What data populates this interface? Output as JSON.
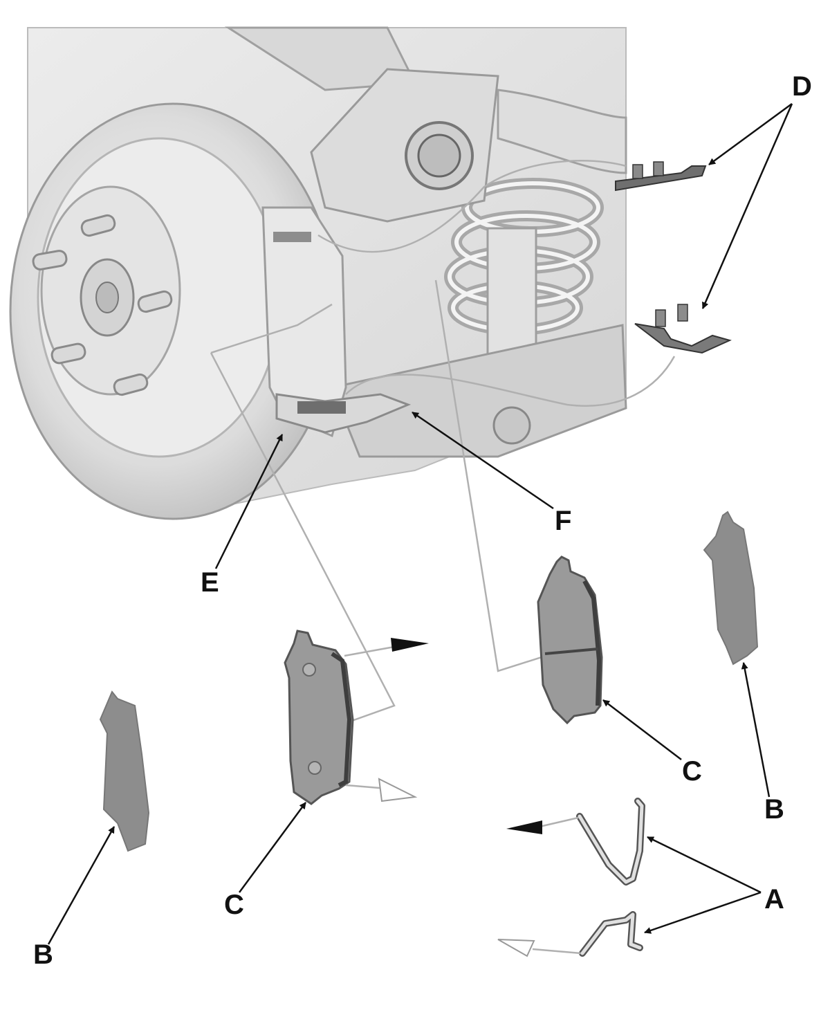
{
  "callouts": {
    "a": "A",
    "b": "B",
    "c": "C",
    "d": "D",
    "e": "E",
    "f": "F"
  },
  "colors": {
    "pad_fill": "#9a9a9a",
    "pad_edge": "#555555",
    "shim_fill": "#8c8c8c",
    "assembly_light": "#e6e6e6",
    "assembly_shade": "#c9c9c9",
    "leader": "#111111",
    "path_line": "#b0b0b0"
  }
}
